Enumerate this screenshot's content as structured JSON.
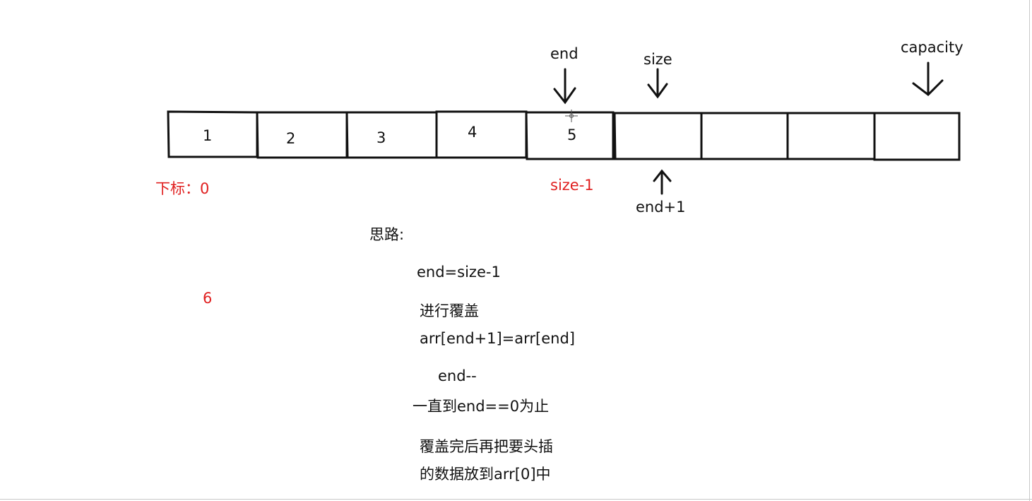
{
  "array": {
    "values": [
      "1",
      "2",
      "3",
      "4",
      "5",
      "",
      "",
      "",
      ""
    ]
  },
  "pointers": {
    "end": "end",
    "size": "size",
    "capacity": "capacity",
    "end_plus_one": "end+1"
  },
  "annotations": {
    "index_label": "下标：0",
    "size_minus_one": "size-1",
    "six": "6"
  },
  "notes": {
    "heading": "思路:",
    "line1": "end=size-1",
    "line2": "进行覆盖",
    "line3": "arr[end+1]=arr[end]",
    "line4": "end--",
    "line5": "一直到end==0为止",
    "line6": "覆盖完后再把要头插",
    "line7": "的数据放到arr[0]中"
  },
  "colors": {
    "ink": "#111111",
    "annotation": "#e02020"
  }
}
